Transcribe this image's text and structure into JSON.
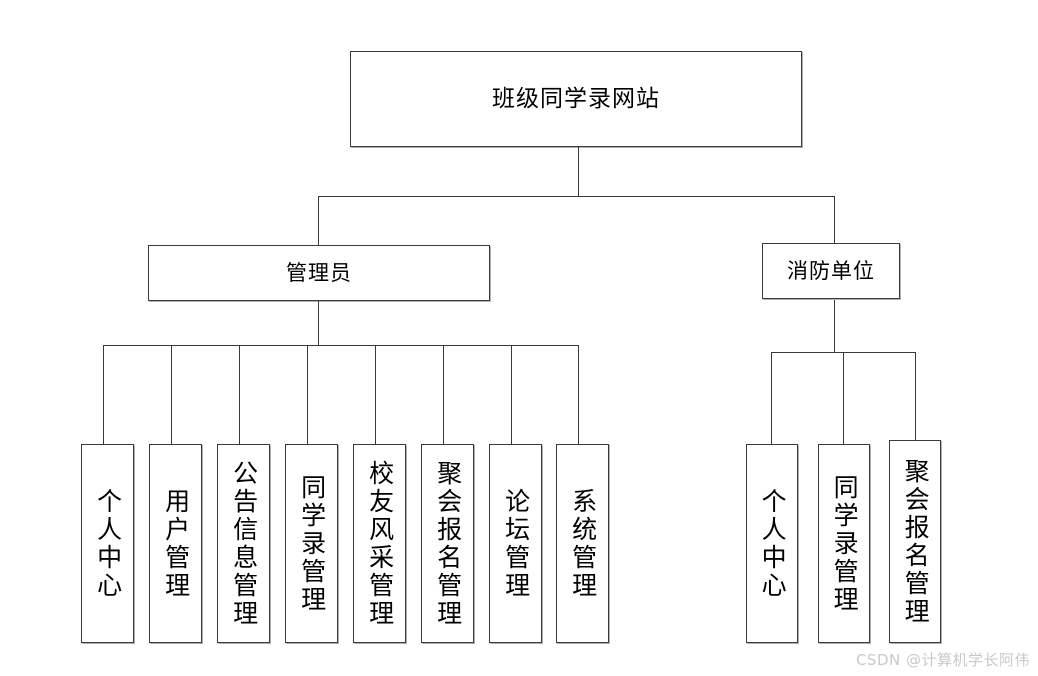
{
  "diagram": {
    "type": "tree",
    "title_node": {
      "label": "班级同学录网站"
    },
    "branches": [
      {
        "key": "admin",
        "label": "管理员",
        "children": [
          {
            "label": "个人中心"
          },
          {
            "label": "用户管理"
          },
          {
            "label": "公告信息管理"
          },
          {
            "label": "同学录管理"
          },
          {
            "label": "校友风采管理"
          },
          {
            "label": "聚会报名管理"
          },
          {
            "label": "论坛管理"
          },
          {
            "label": "系统管理"
          }
        ]
      },
      {
        "key": "fire",
        "label": "消防单位",
        "children": [
          {
            "label": "个人中心"
          },
          {
            "label": "同学录管理"
          },
          {
            "label": "聚会报名管理"
          }
        ]
      }
    ]
  },
  "watermark": {
    "text": "CSDN @计算机学长阿伟"
  },
  "colors": {
    "background": "#ffffff",
    "stroke": "#3a3a3a",
    "text": "#000000",
    "watermark": "#c9c9c9"
  }
}
